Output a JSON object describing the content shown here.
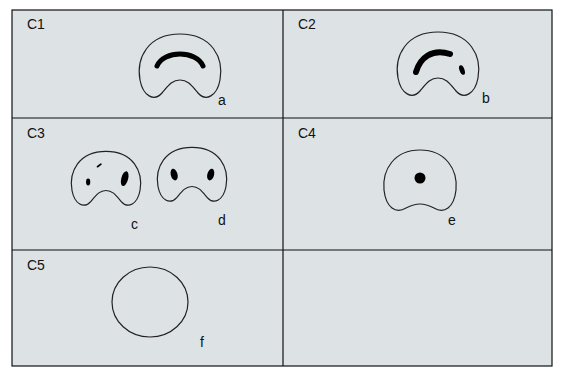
{
  "diagram": {
    "labels": [
      "C1",
      "a",
      "C2",
      "b",
      "C3",
      "c",
      "d",
      "C4",
      "e",
      "C5",
      "f"
    ]
  }
}
